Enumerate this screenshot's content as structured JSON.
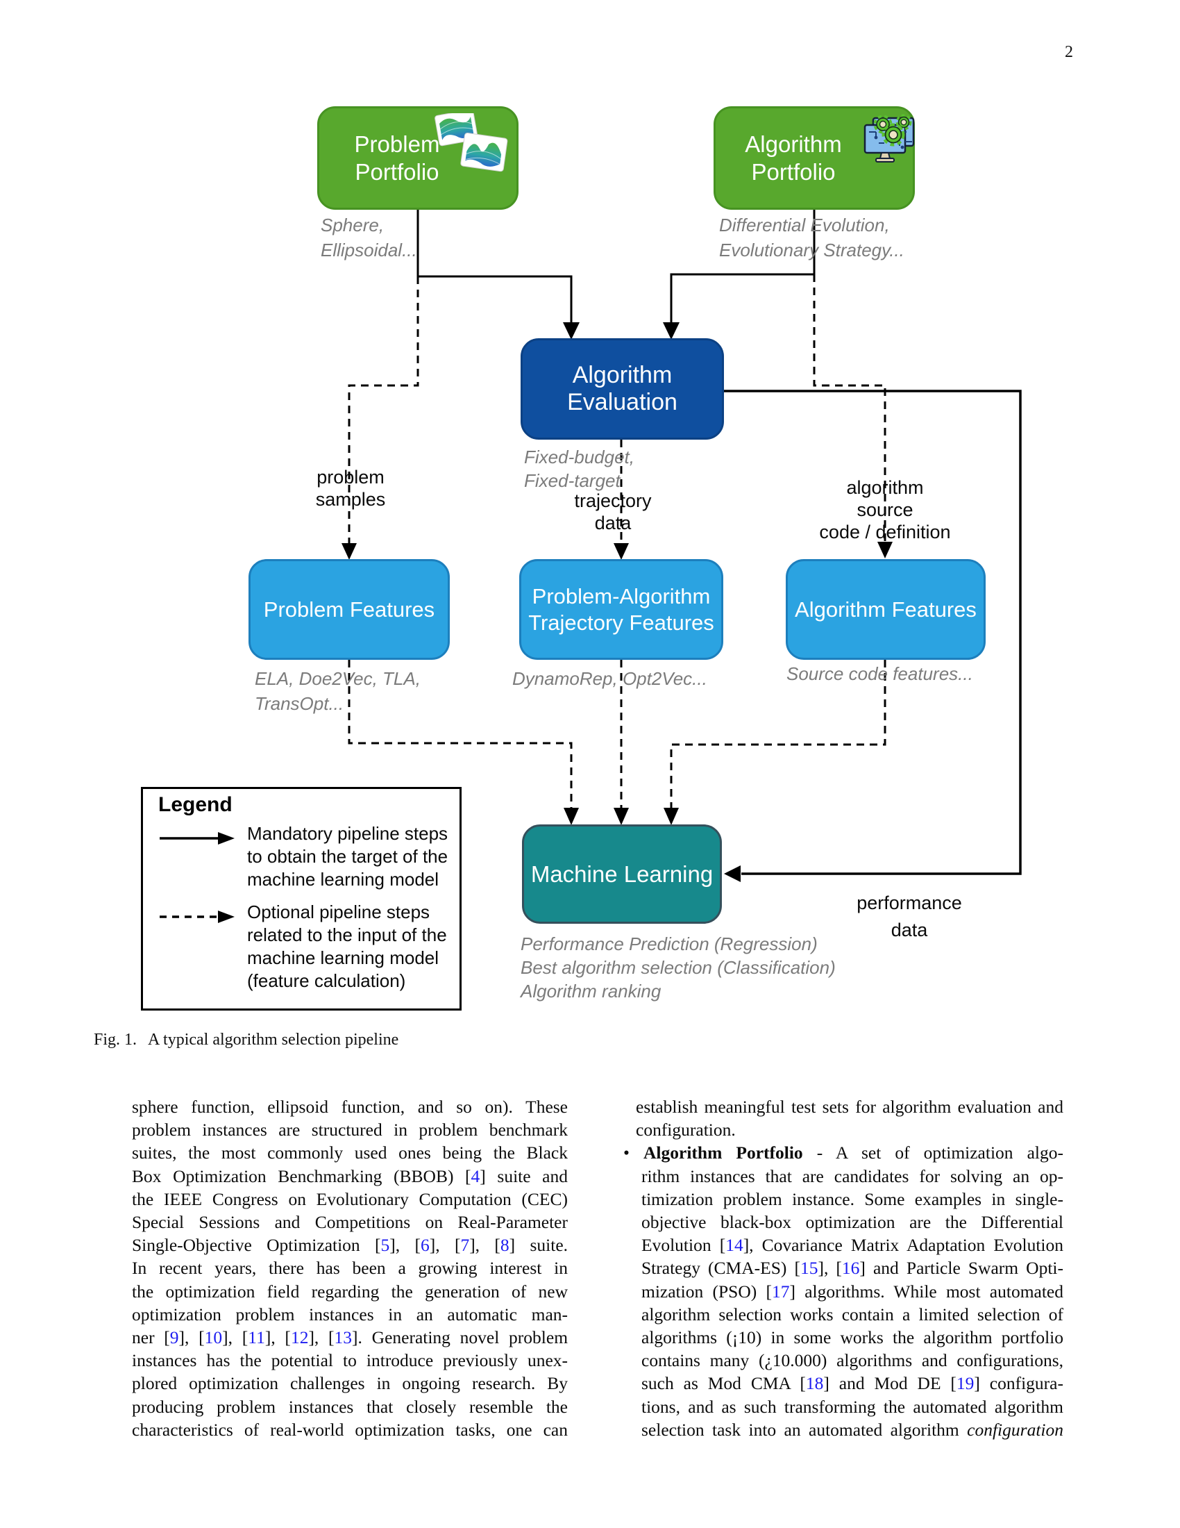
{
  "page": {
    "number": "2"
  },
  "colors": {
    "green": "#58a82d",
    "dark_blue": "#0f4f9f",
    "light_blue": "#2ba3e1",
    "teal": "#17898c",
    "cite_blue": "#1d1df0",
    "gray_label": "#7b7b7b"
  },
  "figure": {
    "caption_label": "Fig. 1.",
    "caption_text": "A typical algorithm selection pipeline",
    "boxes": {
      "problem_portfolio": [
        "Problem",
        "Portfolio"
      ],
      "algorithm_portfolio": [
        "Algorithm",
        "Portfolio"
      ],
      "algorithm_evaluation": "Algorithm Evaluation",
      "problem_features": "Problem Features",
      "trajectory_features": [
        "Problem-Algorithm",
        "Trajectory Features"
      ],
      "algorithm_features": "Algorithm Features",
      "machine_learning": "Machine Learning"
    },
    "icons": {
      "problem_portfolio": "surface-plot-icon",
      "algorithm_portfolio": "monitor-gears-icon"
    },
    "annotations": {
      "problem_portfolio_note": [
        "Sphere,",
        "Ellipsoidal..."
      ],
      "algorithm_portfolio_note": [
        "Differential Evolution,",
        "Evolutionary Strategy..."
      ],
      "evaluation_note": [
        "Fixed-budget,",
        "Fixed-target"
      ],
      "problem_samples": [
        "problem",
        "samples"
      ],
      "trajectory_data": [
        "trajectory",
        "data"
      ],
      "algorithm_source": [
        "algorithm",
        "source",
        "code / definition"
      ],
      "performance_data": [
        "performance",
        "data"
      ],
      "problem_features_note": [
        "ELA, Doe2Vec, TLA,",
        "TransOpt..."
      ],
      "trajectory_features_note": "DynamoRep, Opt2Vec...",
      "algorithm_features_note": "Source code features...",
      "ml_note": [
        "Performance Prediction (Regression)",
        "Best algorithm selection (Classification)",
        "Algorithm ranking"
      ]
    },
    "legend": {
      "title": "Legend",
      "solid_label": [
        "Mandatory pipeline steps",
        "to obtain the target of the",
        "machine learning model"
      ],
      "dashed_label": [
        "Optional pipeline steps",
        "related to the input of the",
        "machine learning model",
        "(feature calculation)"
      ]
    }
  },
  "body": {
    "left_column": {
      "lines": [
        {
          "r": [
            [
              "n",
              "sphere function, ellipsoid function, and so on). These"
            ]
          ]
        },
        {
          "r": [
            [
              "n",
              "problem instances are structured in problem benchmark"
            ]
          ]
        },
        {
          "r": [
            [
              "n",
              "suites, the most commonly used ones being the Black"
            ]
          ]
        },
        {
          "r": [
            [
              "n",
              "Box Optimization Benchmarking (BBOB) ["
            ],
            [
              "c",
              "4"
            ],
            [
              "n",
              "] suite and"
            ]
          ]
        },
        {
          "r": [
            [
              "n",
              "the IEEE Congress on Evolutionary Computation (CEC)"
            ]
          ]
        },
        {
          "r": [
            [
              "n",
              "Special Sessions and Competitions on Real-Parameter"
            ]
          ]
        },
        {
          "r": [
            [
              "n",
              "Single-Objective Optimization ["
            ],
            [
              "c",
              "5"
            ],
            [
              "n",
              "], ["
            ],
            [
              "c",
              "6"
            ],
            [
              "n",
              "], ["
            ],
            [
              "c",
              "7"
            ],
            [
              "n",
              "], ["
            ],
            [
              "c",
              "8"
            ],
            [
              "n",
              "] suite."
            ]
          ]
        },
        {
          "r": [
            [
              "n",
              "In recent years, there has been a growing interest in"
            ]
          ]
        },
        {
          "r": [
            [
              "n",
              "the optimization field regarding the generation of new"
            ]
          ]
        },
        {
          "r": [
            [
              "n",
              "optimization problem instances in an automatic man-"
            ]
          ]
        },
        {
          "r": [
            [
              "n",
              "ner ["
            ],
            [
              "c",
              "9"
            ],
            [
              "n",
              "], ["
            ],
            [
              "c",
              "10"
            ],
            [
              "n",
              "], ["
            ],
            [
              "c",
              "11"
            ],
            [
              "n",
              "], ["
            ],
            [
              "c",
              "12"
            ],
            [
              "n",
              "], ["
            ],
            [
              "c",
              "13"
            ],
            [
              "n",
              "]. Generating novel problem"
            ]
          ]
        },
        {
          "r": [
            [
              "n",
              "instances has the potential to introduce previously unex-"
            ]
          ]
        },
        {
          "r": [
            [
              "n",
              "plored optimization challenges in ongoing research. By"
            ]
          ]
        },
        {
          "r": [
            [
              "n",
              "producing problem instances that closely resemble the"
            ]
          ]
        },
        {
          "r": [
            [
              "n",
              "characteristics of real-world optimization tasks, one can"
            ]
          ]
        }
      ]
    },
    "right_column": {
      "lines": [
        {
          "cls": "pl",
          "r": [
            [
              "n",
              "establish meaningful test sets for algorithm evaluation and"
            ]
          ]
        },
        {
          "cls": "pl noj",
          "r": [
            [
              "n",
              "configuration."
            ]
          ]
        },
        {
          "r": [
            [
              "n",
              "• "
            ],
            [
              "b",
              "Algorithm Portfolio"
            ],
            [
              "n",
              " - A set of optimization algo-"
            ]
          ]
        },
        {
          "cls": "ind",
          "r": [
            [
              "n",
              "rithm instances that are candidates for solving an op-"
            ]
          ]
        },
        {
          "cls": "ind",
          "r": [
            [
              "n",
              "timization problem instance. Some examples in single-"
            ]
          ]
        },
        {
          "cls": "ind",
          "r": [
            [
              "n",
              "objective black-box optimization are the Differential"
            ]
          ]
        },
        {
          "cls": "ind",
          "r": [
            [
              "n",
              "Evolution ["
            ],
            [
              "c",
              "14"
            ],
            [
              "n",
              "], Covariance Matrix Adaptation Evolution"
            ]
          ]
        },
        {
          "cls": "ind",
          "r": [
            [
              "n",
              "Strategy (CMA-ES) ["
            ],
            [
              "c",
              "15"
            ],
            [
              "n",
              "], ["
            ],
            [
              "c",
              "16"
            ],
            [
              "n",
              "] and Particle Swarm Opti-"
            ]
          ]
        },
        {
          "cls": "ind",
          "r": [
            [
              "n",
              "mization (PSO) ["
            ],
            [
              "c",
              "17"
            ],
            [
              "n",
              "] algorithms. While most automated"
            ]
          ]
        },
        {
          "cls": "ind",
          "r": [
            [
              "n",
              "algorithm selection works contain a limited selection of"
            ]
          ]
        },
        {
          "cls": "ind",
          "r": [
            [
              "n",
              "algorithms (¡10) in some works the algorithm portfolio"
            ]
          ]
        },
        {
          "cls": "ind",
          "r": [
            [
              "n",
              "contains many (¿10.000) algorithms and configurations,"
            ]
          ]
        },
        {
          "cls": "ind",
          "r": [
            [
              "n",
              "such as Mod CMA ["
            ],
            [
              "c",
              "18"
            ],
            [
              "n",
              "] and Mod DE ["
            ],
            [
              "c",
              "19"
            ],
            [
              "n",
              "] configura-"
            ]
          ]
        },
        {
          "cls": "ind",
          "r": [
            [
              "n",
              "tions, and as such transforming the automated algorithm"
            ]
          ]
        },
        {
          "cls": "ind",
          "r": [
            [
              "n",
              "selection task into an automated algorithm "
            ],
            [
              "i",
              "configuration"
            ]
          ]
        }
      ]
    }
  }
}
